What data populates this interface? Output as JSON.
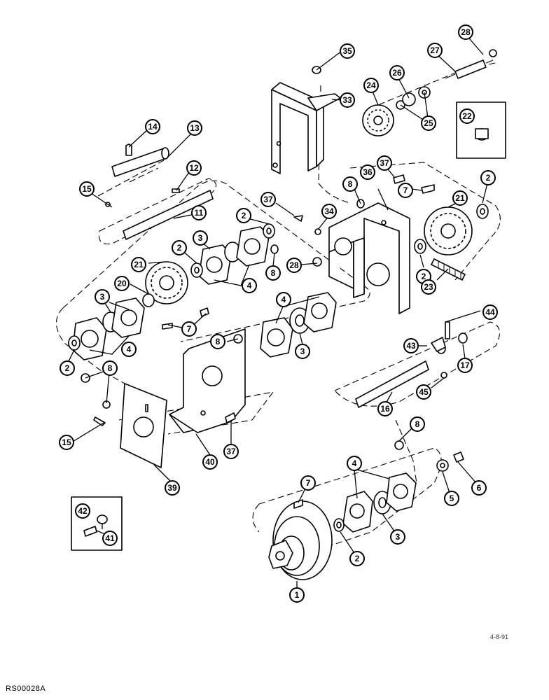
{
  "figure": {
    "reference_code": "RS00028A",
    "corner_mark": "4-8-91"
  },
  "callouts": [
    "1",
    "2",
    "3",
    "4",
    "5",
    "6",
    "7",
    "8",
    "11",
    "12",
    "13",
    "14",
    "15",
    "16",
    "17",
    "20",
    "21",
    "22",
    "23",
    "24",
    "25",
    "26",
    "27",
    "28",
    "33",
    "34",
    "35",
    "36",
    "37",
    "39",
    "40",
    "41",
    "42",
    "43",
    "44",
    "45"
  ]
}
